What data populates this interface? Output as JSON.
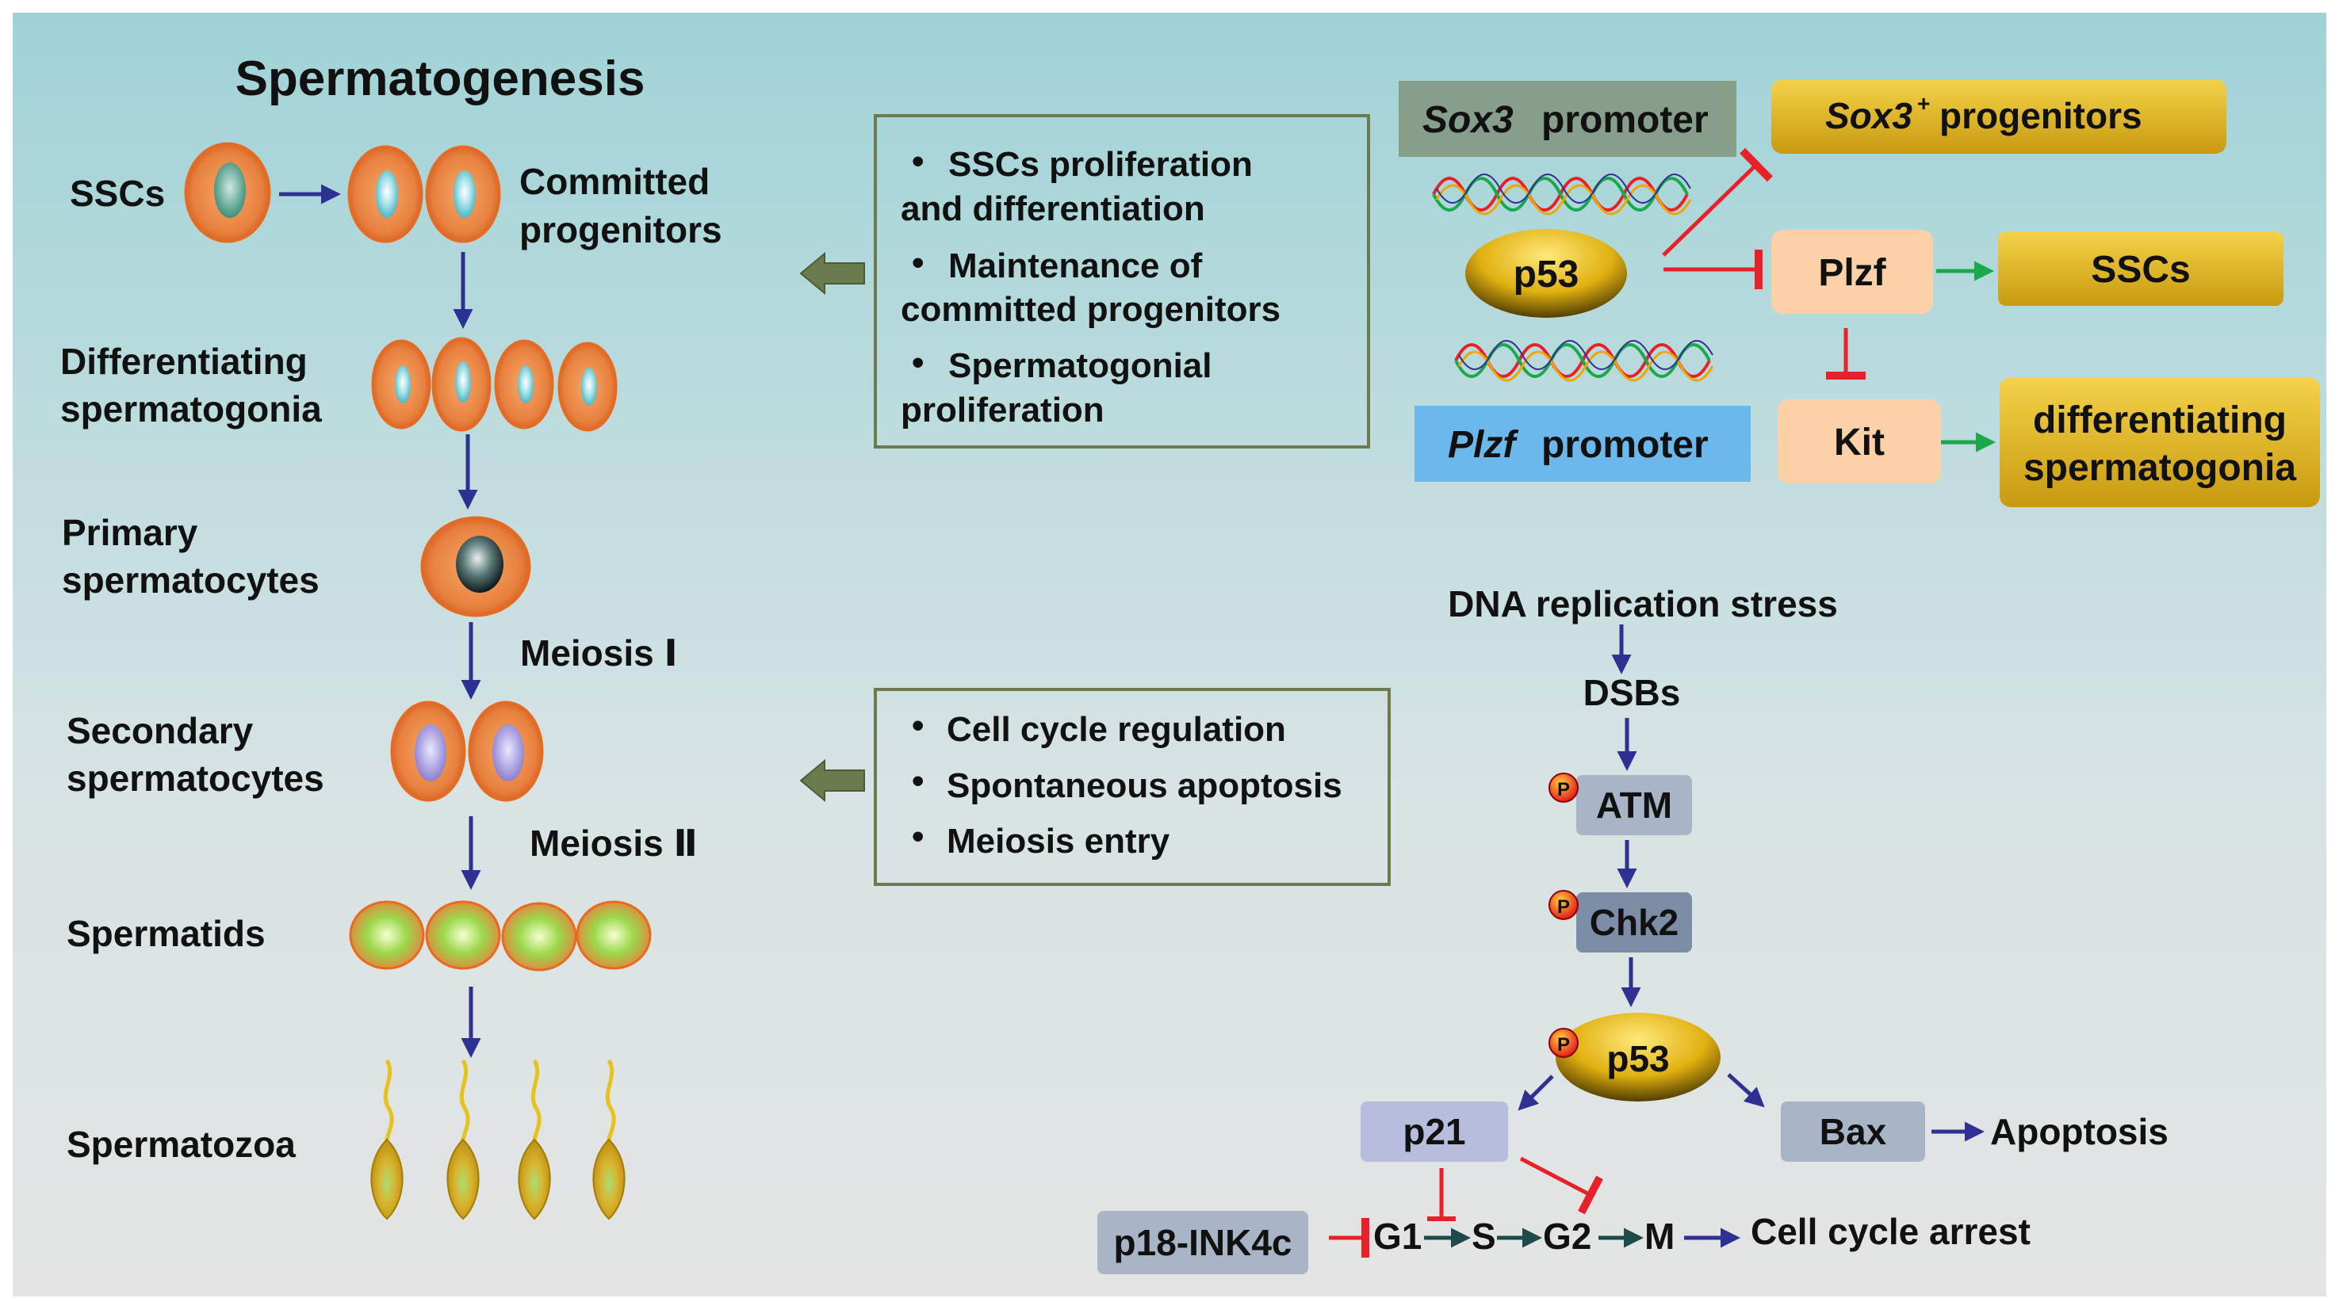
{
  "title": "Spermatogenesis",
  "stages": {
    "sscs": "SSCs",
    "committed_1": "Committed",
    "committed_2": "progenitors",
    "diff_1": "Differentiating",
    "diff_2": "spermatogonia",
    "primary_1": "Primary",
    "primary_2": "spermatocytes",
    "secondary_1": "Secondary",
    "secondary_2": "spermatocytes",
    "spermatids": "Spermatids",
    "spermatozoa": "Spermatozoa",
    "meiosis1": "Meiosis Ⅰ",
    "meiosis2": "Meiosis Ⅱ"
  },
  "box_top": {
    "b1_1": "SSCs proliferation",
    "b1_2": "and differentiation",
    "b2_1": "Maintenance of",
    "b2_2": "committed progenitors",
    "b3_1": "Spermatogonial",
    "b3_2": "proliferation"
  },
  "box_bottom": {
    "b1": "Cell cycle regulation",
    "b2": "Spontaneous apoptosis",
    "b3": "Meiosis entry"
  },
  "top_pathway": {
    "sox3_italic": "Sox3",
    "promoter": "promoter",
    "sox3_prog_italic": "Sox3",
    "sox3_prog_sup": "+",
    "sox3_prog_rest": "progenitors",
    "p53": "p53",
    "plzf": "Plzf",
    "sscs": "SSCs",
    "plzf_italic": "Plzf",
    "kit": "Kit",
    "diff_1": "differentiating",
    "diff_2": "spermatogonia"
  },
  "bottom_pathway": {
    "stress": "DNA replication stress",
    "dsbs": "DSBs",
    "atm": "ATM",
    "chk2": "Chk2",
    "p53": "p53",
    "p": "P",
    "p21": "p21",
    "bax": "Bax",
    "apoptosis": "Apoptosis",
    "p18": "p18-INK4c",
    "g1": "G1",
    "s": "S",
    "g2": "G2",
    "m": "M",
    "arrest": "Cell cycle arrest"
  },
  "colors": {
    "arrow_blue": "#2e3192",
    "inhibit_red": "#e8202a",
    "activate_green": "#1aa84a",
    "box_border": "#6b7b4e",
    "gold": "#d4a817"
  }
}
